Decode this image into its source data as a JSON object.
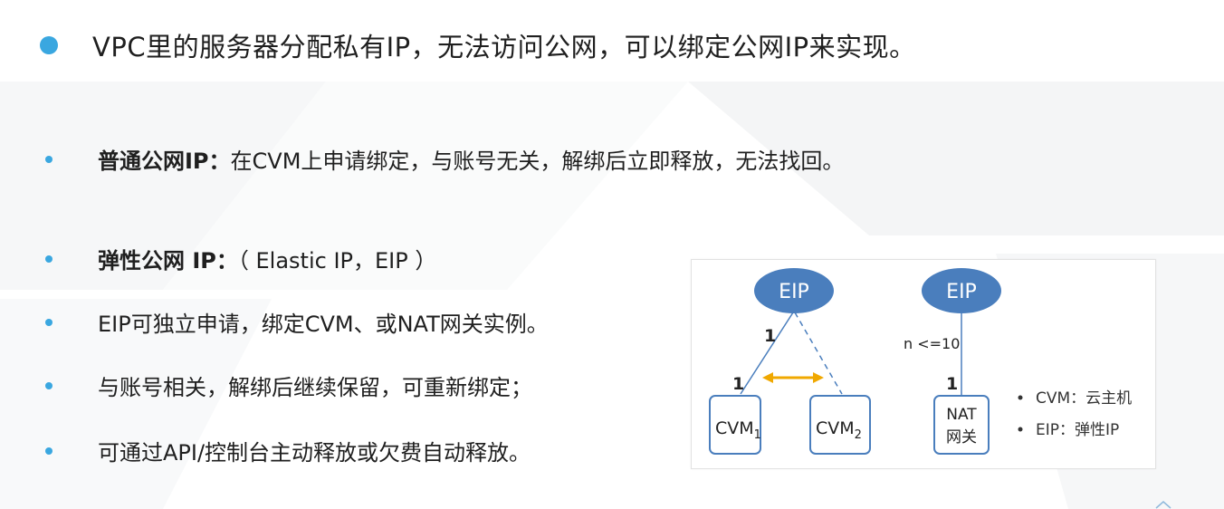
{
  "headline": "VPC里的服务器分配私有IP，无法访问公网，可以绑定公网IP来实现。",
  "bullets": {
    "normal_ip": {
      "title": "普通公网IP：",
      "text": "在CVM上申请绑定，与账号无关，解绑后立即释放，无法找回。"
    },
    "eip": {
      "title": "弹性公网 IP：",
      "text": "（ Elastic IP，EIP ）"
    },
    "eip_item1": "EIP可独立申请，绑定CVM、或NAT网关实例。",
    "eip_item2": "与账号相关，解绑后继续保留，可重新绑定；",
    "eip_item3": "可通过API/控制台主动释放或欠费自动释放。"
  },
  "diagram": {
    "eip_label_left": "EIP",
    "eip_label_right": "EIP",
    "edge_label_top": "1",
    "edge_label_cvm": "1",
    "cvm1_label": "CVM",
    "cvm1_sub": "1",
    "cvm2_label": "CVM",
    "cvm2_sub": "2",
    "nat_edge_label": "n <=10",
    "nat_edge_label_bottom": "1",
    "nat_label_line1": "NAT",
    "nat_label_line2": "网关",
    "legend": [
      "CVM：云主机",
      "EIP：弹性IP"
    ],
    "colors": {
      "node_fill": "#4a7ebd",
      "box_stroke": "#4a7ebd",
      "arrow": "#f0a800"
    }
  }
}
